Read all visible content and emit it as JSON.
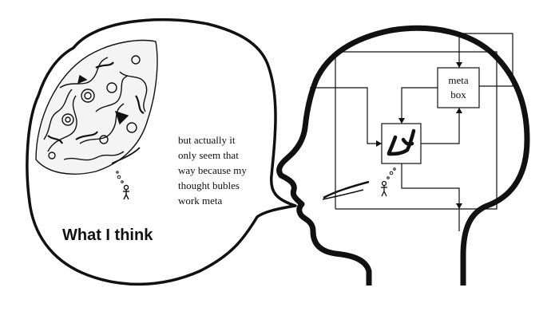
{
  "bubble": {
    "lines": [
      "but actually it",
      "only seem that",
      "way because my",
      "thought bubles",
      "work meta"
    ]
  },
  "caption": "What I think",
  "meta_box": {
    "line1": "meta",
    "line2": "box"
  },
  "colors": {
    "ink": "#111111",
    "background": "#ffffff"
  },
  "icons": [
    "stick-figure-icon",
    "thought-dots-icon",
    "doodle-brain-icon",
    "head-silhouette",
    "thought-bubble"
  ]
}
